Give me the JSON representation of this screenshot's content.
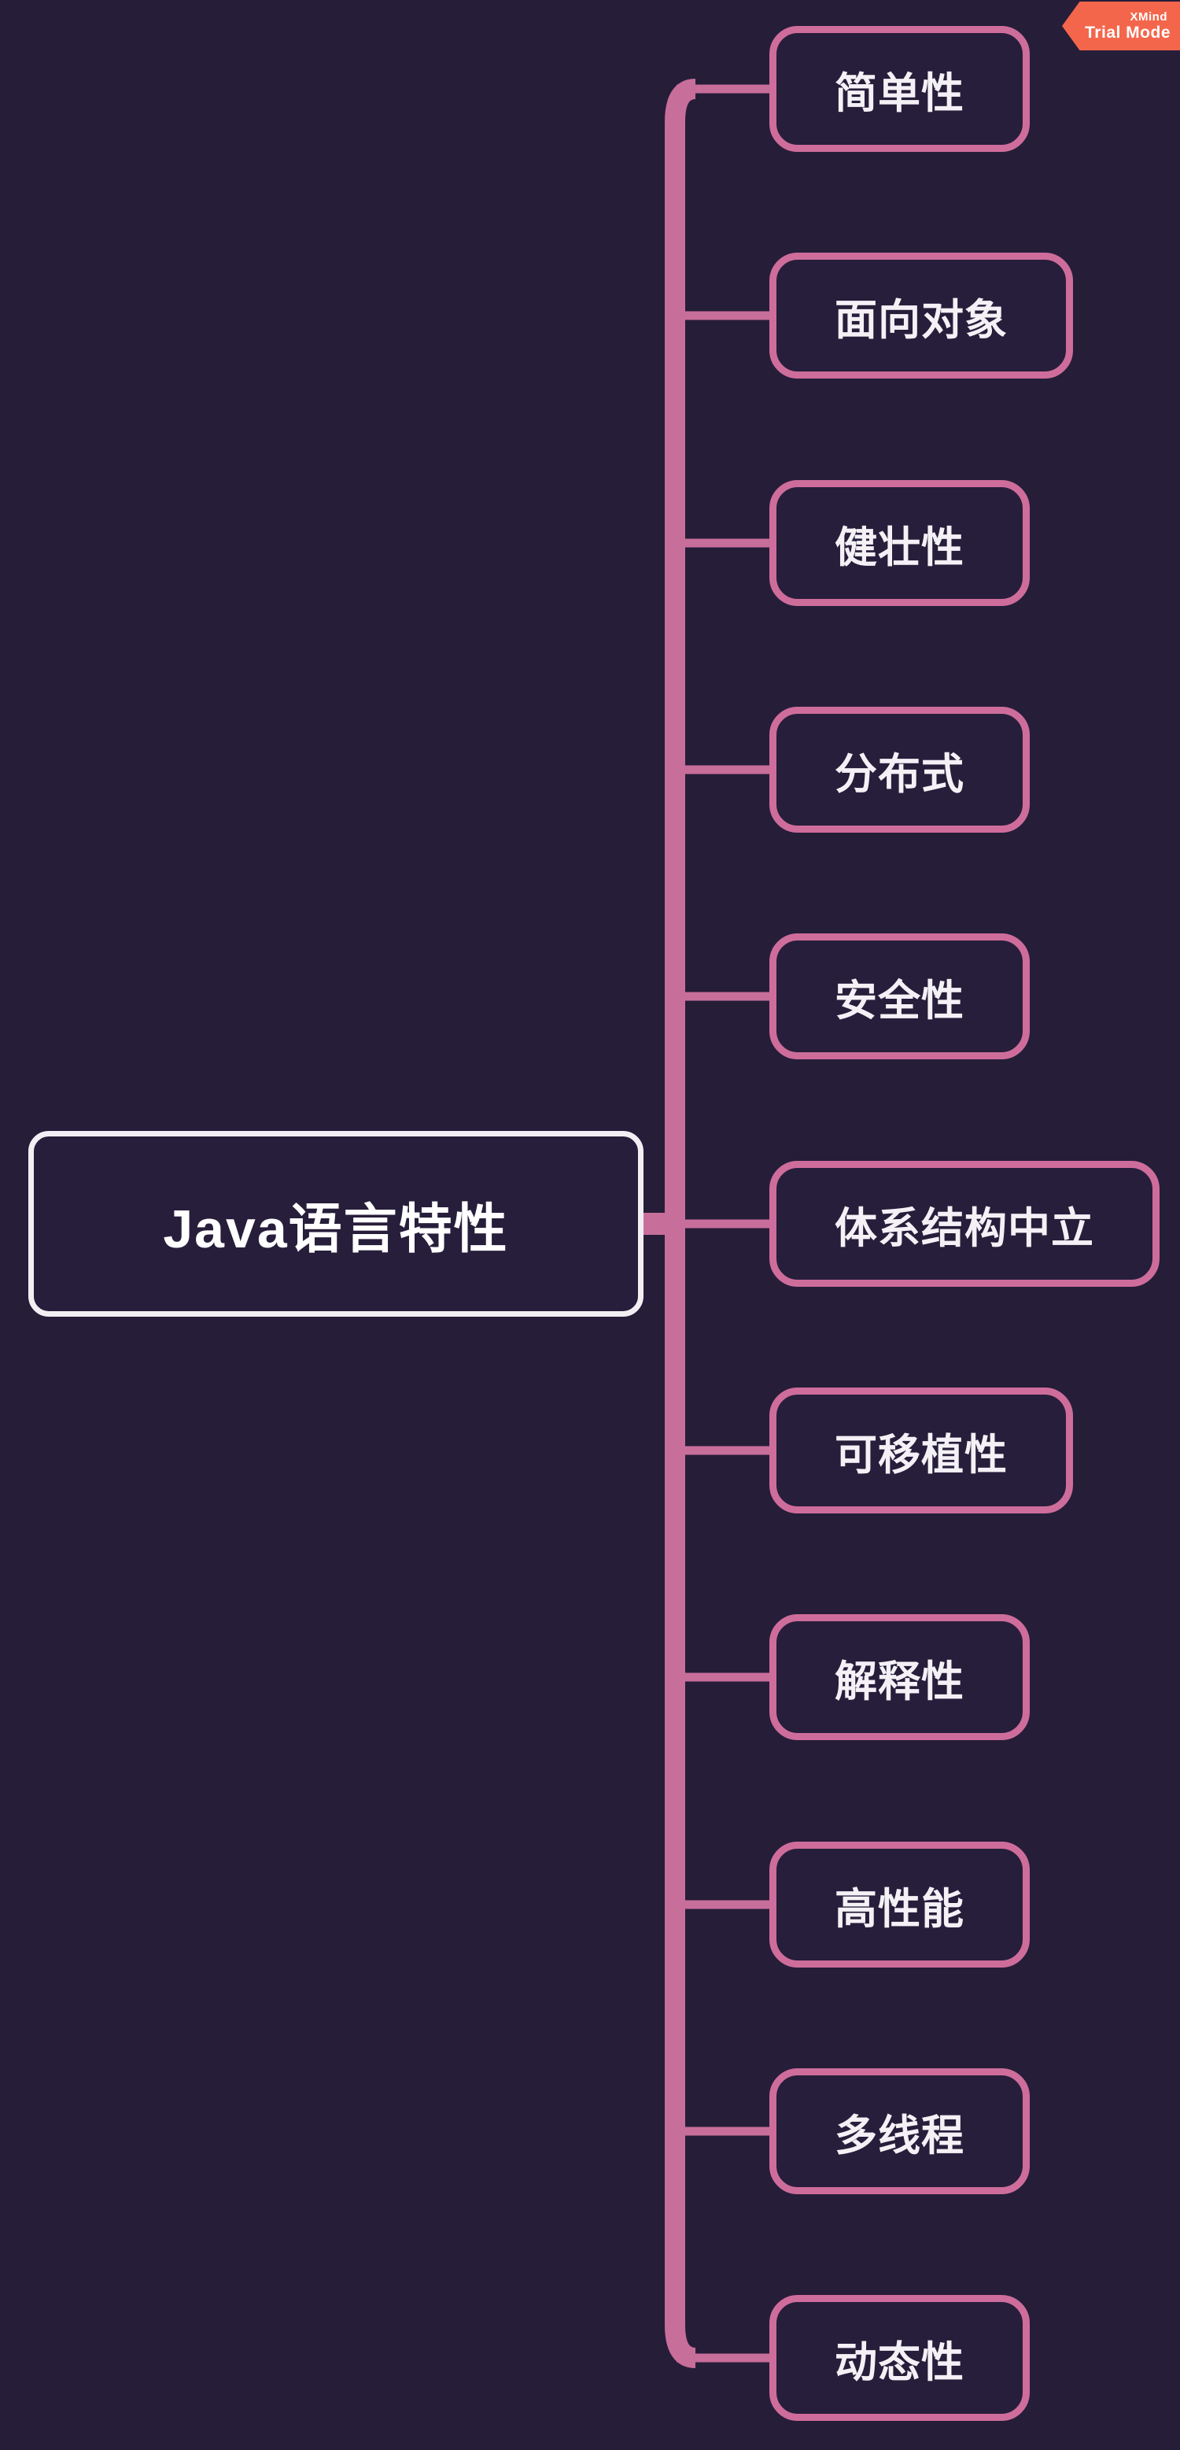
{
  "app": {
    "badge": {
      "line1": "XMind",
      "line2": "Trial Mode"
    }
  },
  "mindmap": {
    "root": {
      "label": "Java语言特性"
    },
    "branches": [
      {
        "label": "简单性"
      },
      {
        "label": "面向对象"
      },
      {
        "label": "健壮性"
      },
      {
        "label": "分布式"
      },
      {
        "label": "安全性"
      },
      {
        "label": "体系结构中立"
      },
      {
        "label": "可移植性"
      },
      {
        "label": "解释性"
      },
      {
        "label": "高性能"
      },
      {
        "label": "多线程"
      },
      {
        "label": "动态性"
      }
    ]
  },
  "colors": {
    "canvas_bg": "#261D39",
    "topic_fill": "#271E3B",
    "line_pink": "#C86E9B",
    "topic_border": "#CE6D9B",
    "topic_text": "#F4F1F6",
    "root_border": "#F2EFF4",
    "root_text": "#FFFFFF",
    "badge_bg": "#F4664C",
    "badge_text": "#FFFFFF"
  }
}
